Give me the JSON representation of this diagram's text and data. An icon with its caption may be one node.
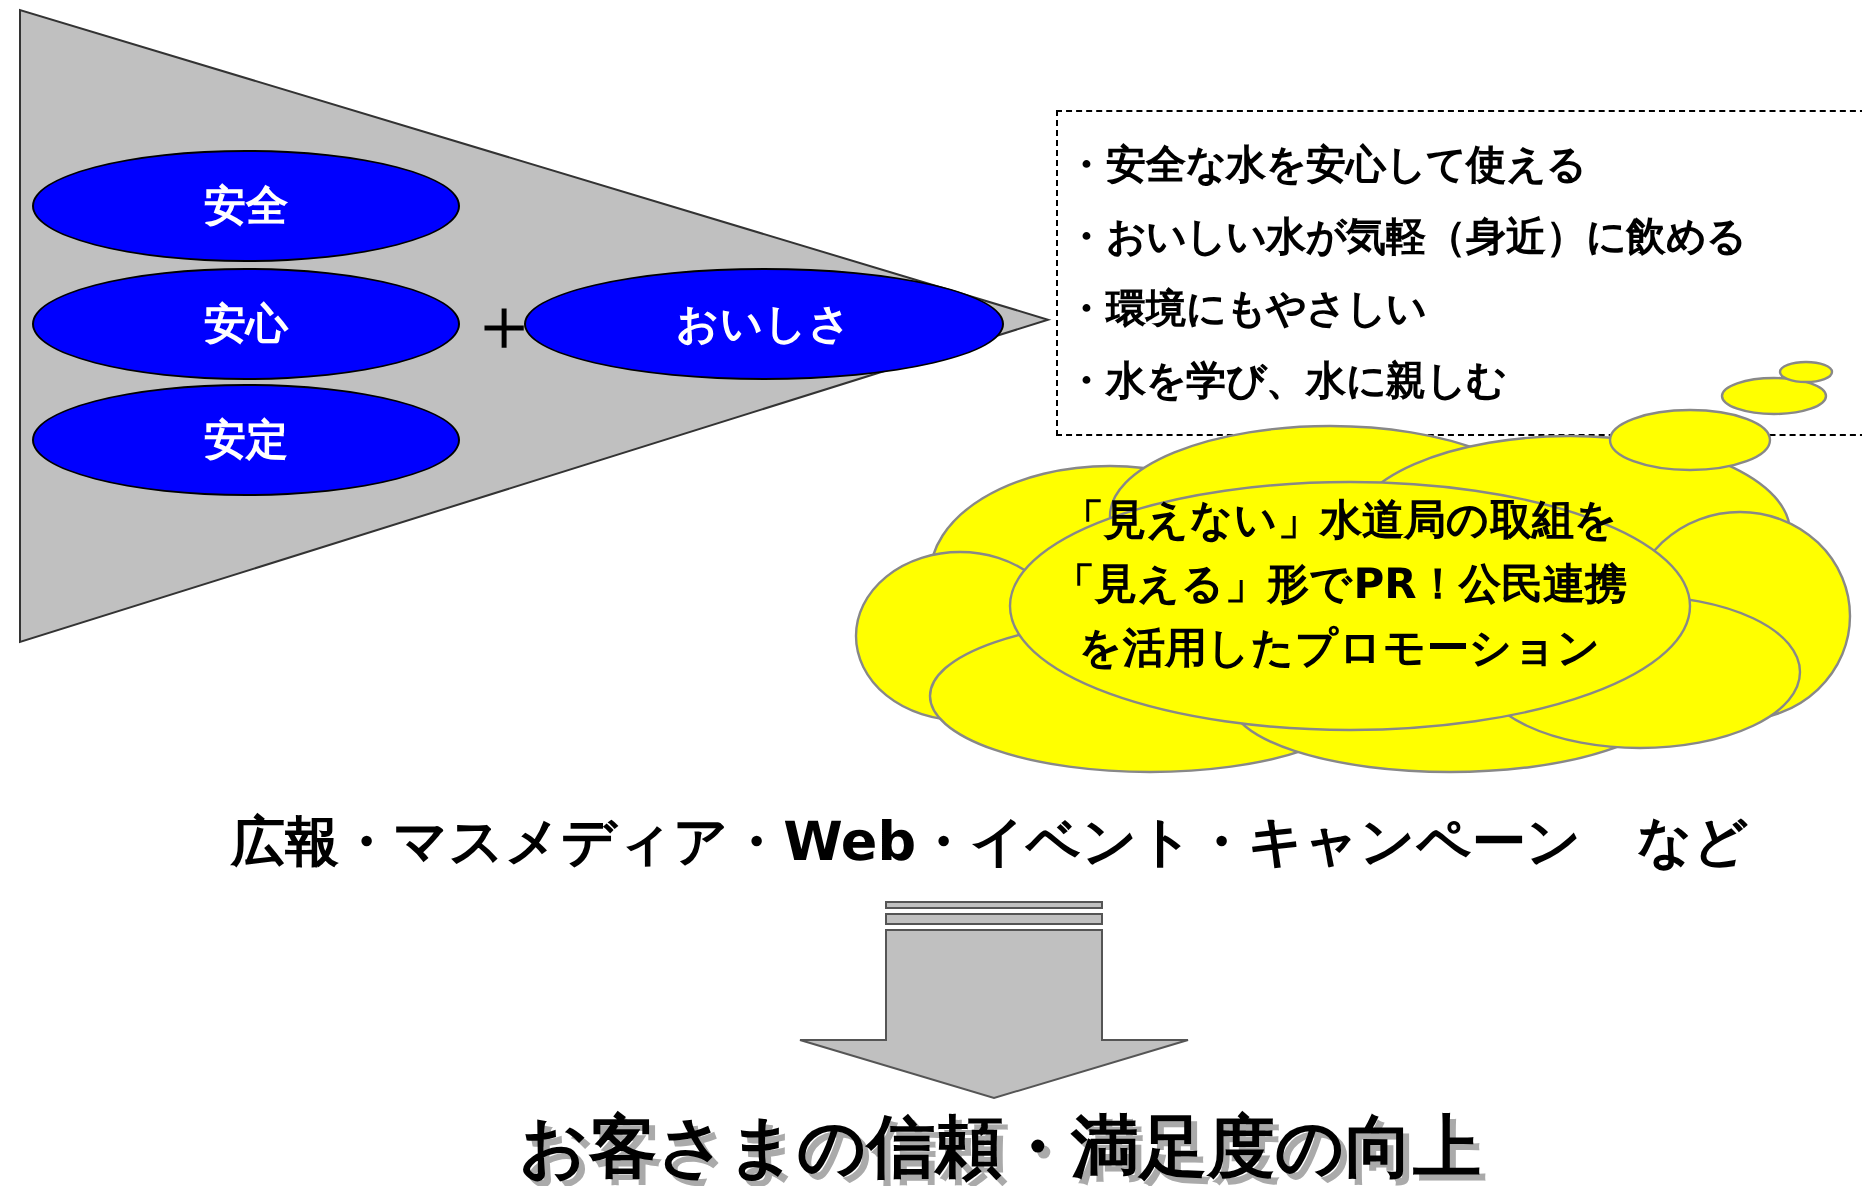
{
  "diagram": {
    "nodes": [
      {
        "text": [],
        "shape": "triangle"
      },
      {
        "text": [
          "安全"
        ],
        "in": 0
      },
      {
        "text": [
          "安心"
        ],
        "in": 0
      },
      {
        "text": [
          "安定"
        ],
        "in": 0
      },
      {
        "text": [
          "おいしさ"
        ],
        "in": 0
      },
      {
        "text": [
          "・安全な水を安心して使える",
          "・おいしい水が気軽（身近）に飲める",
          "・環境にもやさしい",
          "・水を学び、水に親しむ"
        ]
      },
      {
        "text": [
          "「見えない」水道局の取組を「見える」形でPR！公民連携を活用したプロモーション"
        ]
      },
      {
        "text": [
          "広報・マスメディア・Web・イベント・キャンペーン など"
        ]
      },
      {
        "text": [
          "お客さまの信頼・満足度の向上"
        ]
      }
    ],
    "edges": [
      {
        "from": 7,
        "to": 8,
        "arrow": "to"
      }
    ],
    "labels": [
      "＋"
    ]
  }
}
